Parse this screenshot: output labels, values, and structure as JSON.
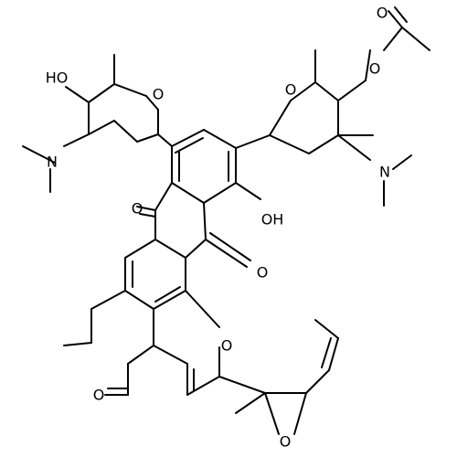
{
  "atoms": {
    "oxygen": "O",
    "nitrogen": "N",
    "hydroxyl": "OH",
    "hydroxyl_left": "HO"
  },
  "colors": {
    "bond": "#000000",
    "background": "#ffffff"
  }
}
